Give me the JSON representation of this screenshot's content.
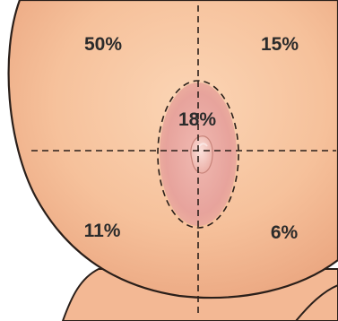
{
  "colors": {
    "skin": "#f7c6a1",
    "skin_shadow": "#e6a27f",
    "outline": "#2a1f1a",
    "areola": "#e9a7a0",
    "nipple": "#f1b9ad",
    "dashed_line": "#2a1f1a"
  },
  "regions": {
    "upper_outer": {
      "label": "50%"
    },
    "upper_inner": {
      "label": "15%"
    },
    "central": {
      "label": "18%"
    },
    "lower_outer": {
      "label": "11%"
    },
    "lower_inner": {
      "label": "6%"
    }
  }
}
